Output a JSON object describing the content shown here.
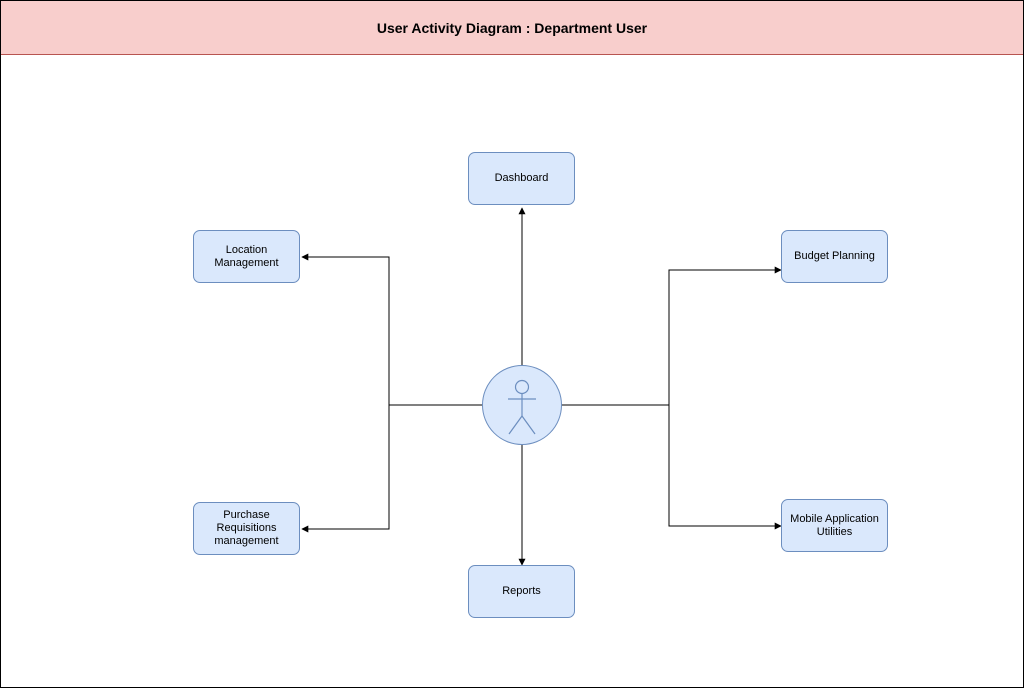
{
  "title": "User Activity Diagram : Department User",
  "colors": {
    "header_fill": "#f8cecc",
    "header_border": "#b85450",
    "node_fill": "#dae8fc",
    "node_border": "#6c8ebf",
    "edge": "#000000"
  },
  "actor": {
    "icon": "stick-figure-icon"
  },
  "nodes": {
    "dashboard": "Dashboard",
    "location": "Location\nManagement",
    "budget": "Budget Planning",
    "purchase": "Purchase\nRequisitions\nmanagement",
    "mobile": "Mobile Application\nUtilities",
    "reports": "Reports"
  }
}
